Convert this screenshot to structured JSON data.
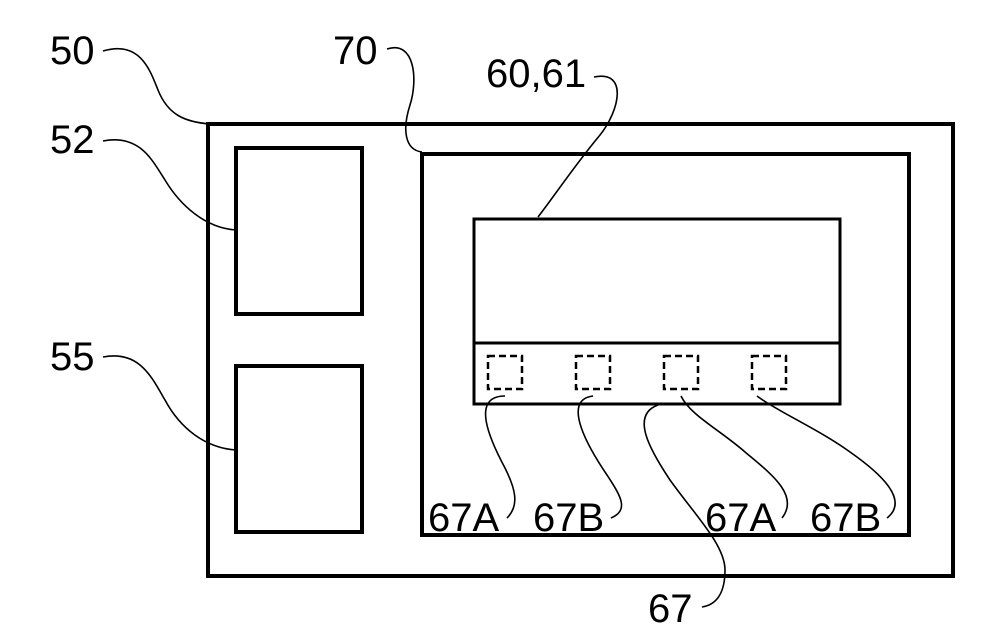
{
  "labels": {
    "outer_device": "50",
    "upper_module": "52",
    "lower_module": "55",
    "inner_housing": "70",
    "display": "60,61",
    "strip": "67",
    "element_1": "67A",
    "element_2": "67B",
    "element_3": "67A",
    "element_4": "67B"
  }
}
